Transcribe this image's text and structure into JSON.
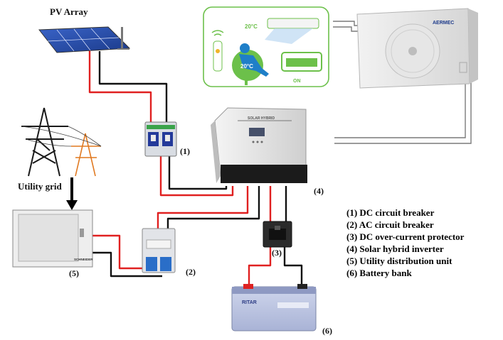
{
  "labels": {
    "pv_array": "PV Array",
    "utility_grid": "Utility grid",
    "temp_top": "20°C",
    "temp_person": "20°C",
    "ac_on": "ON",
    "ac_brand": "AERMEC",
    "inverter_brand": "SOLAR HYBRID",
    "box_brand": "SCHNEIDER",
    "battery_brand": "RITAR"
  },
  "component_numbers": [
    "(1)",
    "(2)",
    "(3)",
    "(4)",
    "(5)",
    "(6)"
  ],
  "legend": [
    "(1) DC circuit breaker",
    "(2) AC circuit breaker",
    "(3) DC over-current protector",
    "(4) Solar hybrid inverter",
    "(5) Utility distribution unit",
    "(6) Battery bank"
  ],
  "colors": {
    "positive_wire": "#e02020",
    "negative_wire": "#111111",
    "ac_illustration": "#6cc04a",
    "signal_wire": "#7a7a7a"
  }
}
